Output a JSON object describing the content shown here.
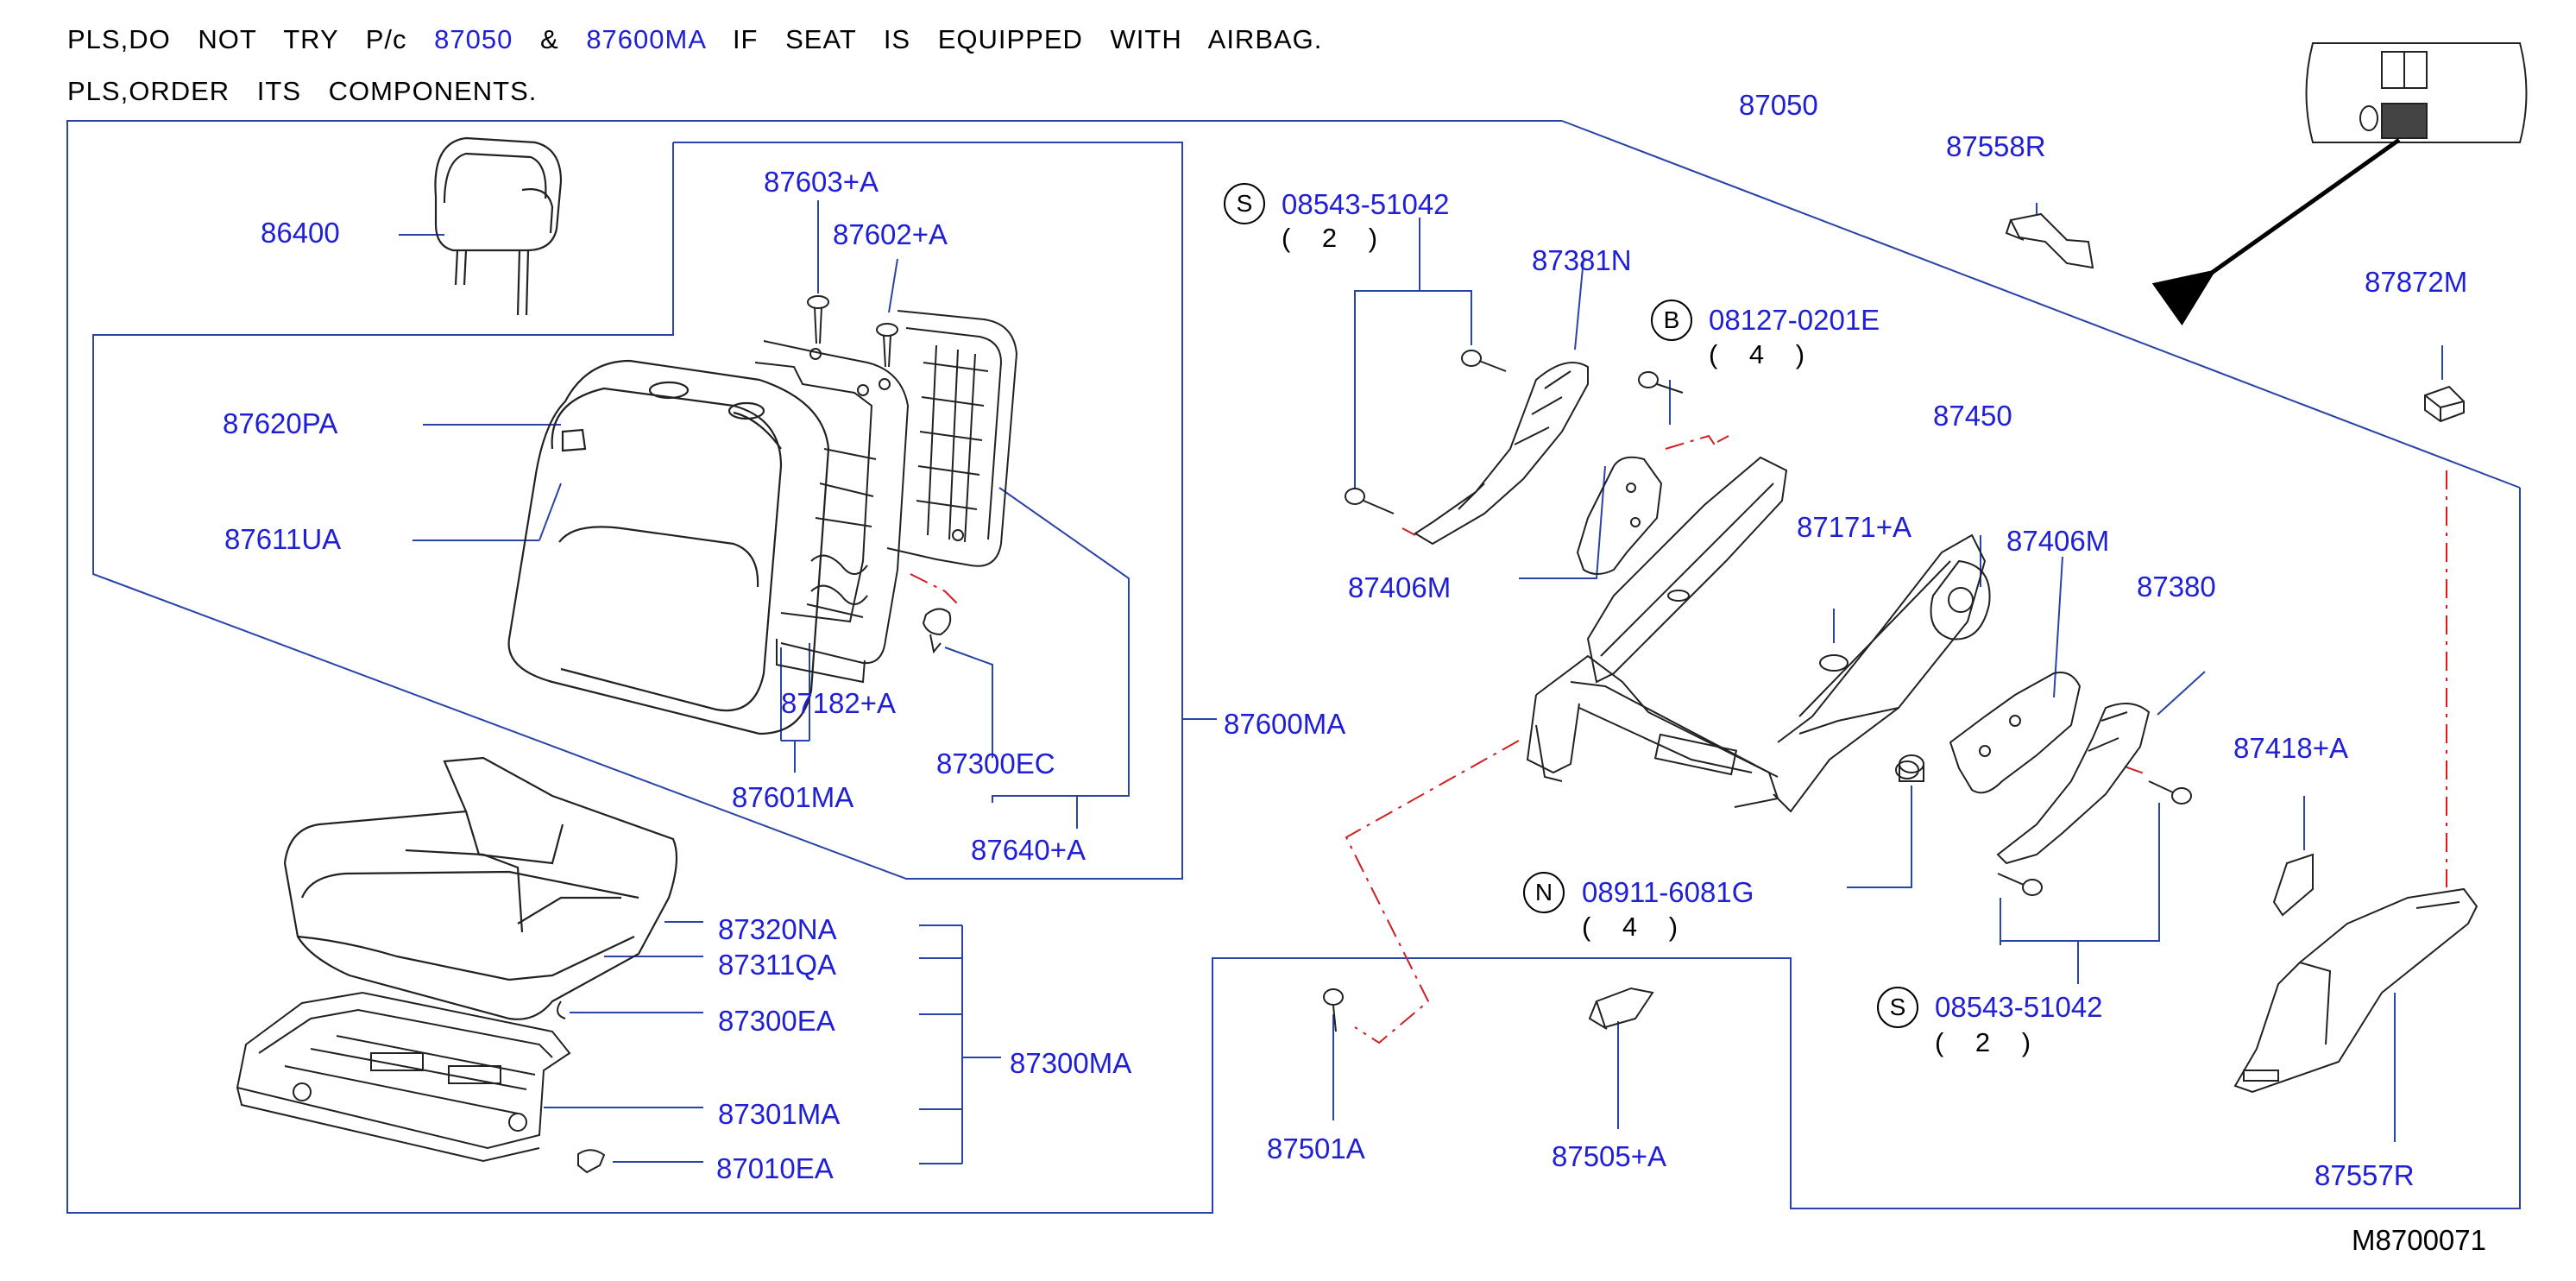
{
  "notes": {
    "line1_parts": [
      "PLS,DO NOT TRY P/c",
      "87050",
      "&",
      "87600MA",
      "IF SEAT IS EQUIPPED WITH AIRBAG."
    ],
    "line2": "PLS,ORDER ITS COMPONENTS."
  },
  "diagram_code": "M8700071",
  "colors": {
    "label": "#1f1fd6",
    "line": "#2a43a8",
    "leader_dash": "#d11e1e",
    "ink": "#222222"
  },
  "labels": {
    "p86400": "86400",
    "p87603A": "87603+A",
    "p87602A": "87602+A",
    "p87620PA": "87620PA",
    "p87611UA": "87611UA",
    "p87182A": "87182+A",
    "p87601MA": "87601MA",
    "p87300EC": "87300EC",
    "p87640A": "87640+A",
    "p87600MA": "87600MA",
    "p87320NA": "87320NA",
    "p87311QA": "87311QA",
    "p87300EA": "87300EA",
    "p87300MA": "87300MA",
    "p87301MA": "87301MA",
    "p87010EA": "87010EA",
    "p87050": "87050",
    "p87558R": "87558R",
    "p87872M": "87872M",
    "p87381N": "87381N",
    "p87406M_left": "87406M",
    "p87450": "87450",
    "p87171A": "87171+A",
    "p87406M_right": "87406M",
    "p87380": "87380",
    "p87418A": "87418+A",
    "p87501A": "87501A",
    "p87505A": "87505+A",
    "p87557R": "87557R"
  },
  "fasteners": [
    {
      "symbol": "S",
      "part": "08543-51042",
      "qty": "( 2 )"
    },
    {
      "symbol": "B",
      "part": "08127-0201E",
      "qty": "( 4 )"
    },
    {
      "symbol": "N",
      "part": "08911-6081G",
      "qty": "( 4 )"
    },
    {
      "symbol": "S",
      "part": "08543-51042",
      "qty": "( 2 )"
    }
  ]
}
